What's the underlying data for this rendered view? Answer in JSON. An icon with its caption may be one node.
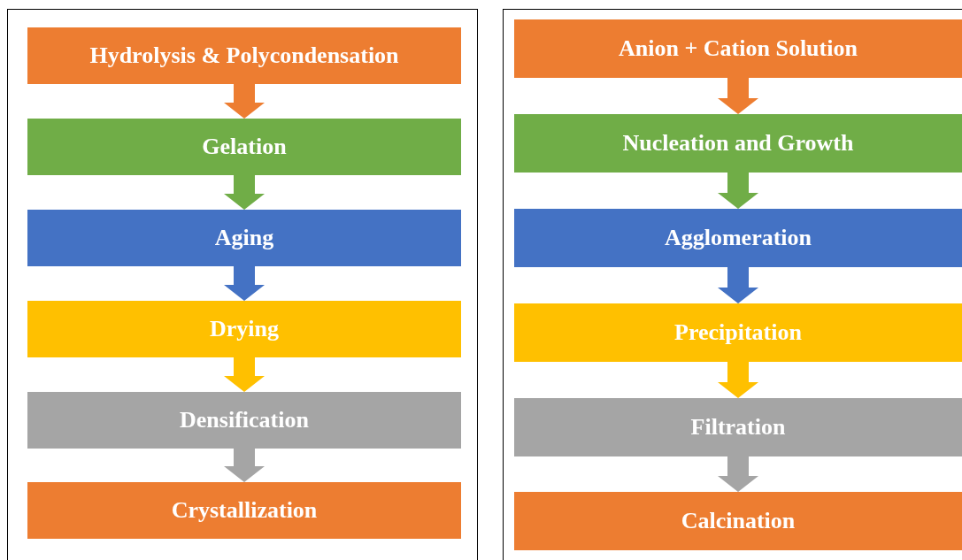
{
  "diagram": {
    "nodes": [
      {
        "text": [
          "Hydrolysis & Polycondensation"
        ]
      },
      {
        "text": [
          "Gelation"
        ]
      },
      {
        "text": [
          "Aging"
        ]
      },
      {
        "text": [
          "Drying"
        ]
      },
      {
        "text": [
          "Densification"
        ]
      },
      {
        "text": [
          "Crystallization"
        ]
      },
      {
        "text": [
          "Anion + Cation Solution"
        ]
      },
      {
        "text": [
          "Nucleation and Growth"
        ]
      },
      {
        "text": [
          "Agglomeration"
        ]
      },
      {
        "text": [
          "Precipitation"
        ]
      },
      {
        "text": [
          "Filtration"
        ]
      },
      {
        "text": [
          "Calcination"
        ]
      }
    ],
    "edges": [
      {
        "from": 0,
        "to": 1,
        "arrow": "to",
        "color": "#ed7d31"
      },
      {
        "from": 1,
        "to": 2,
        "arrow": "to",
        "color": "#70ad47"
      },
      {
        "from": 2,
        "to": 3,
        "arrow": "to",
        "color": "#4472c4"
      },
      {
        "from": 3,
        "to": 4,
        "arrow": "to",
        "color": "#ffc000"
      },
      {
        "from": 4,
        "to": 5,
        "arrow": "to",
        "color": "#a5a5a5"
      },
      {
        "from": 6,
        "to": 7,
        "arrow": "to",
        "color": "#ed7d31"
      },
      {
        "from": 7,
        "to": 8,
        "arrow": "to",
        "color": "#70ad47"
      },
      {
        "from": 8,
        "to": 9,
        "arrow": "to",
        "color": "#4472c4"
      },
      {
        "from": 9,
        "to": 10,
        "arrow": "to",
        "color": "#ffc000"
      },
      {
        "from": 10,
        "to": 11,
        "arrow": "to",
        "color": "#a5a5a5"
      }
    ]
  }
}
